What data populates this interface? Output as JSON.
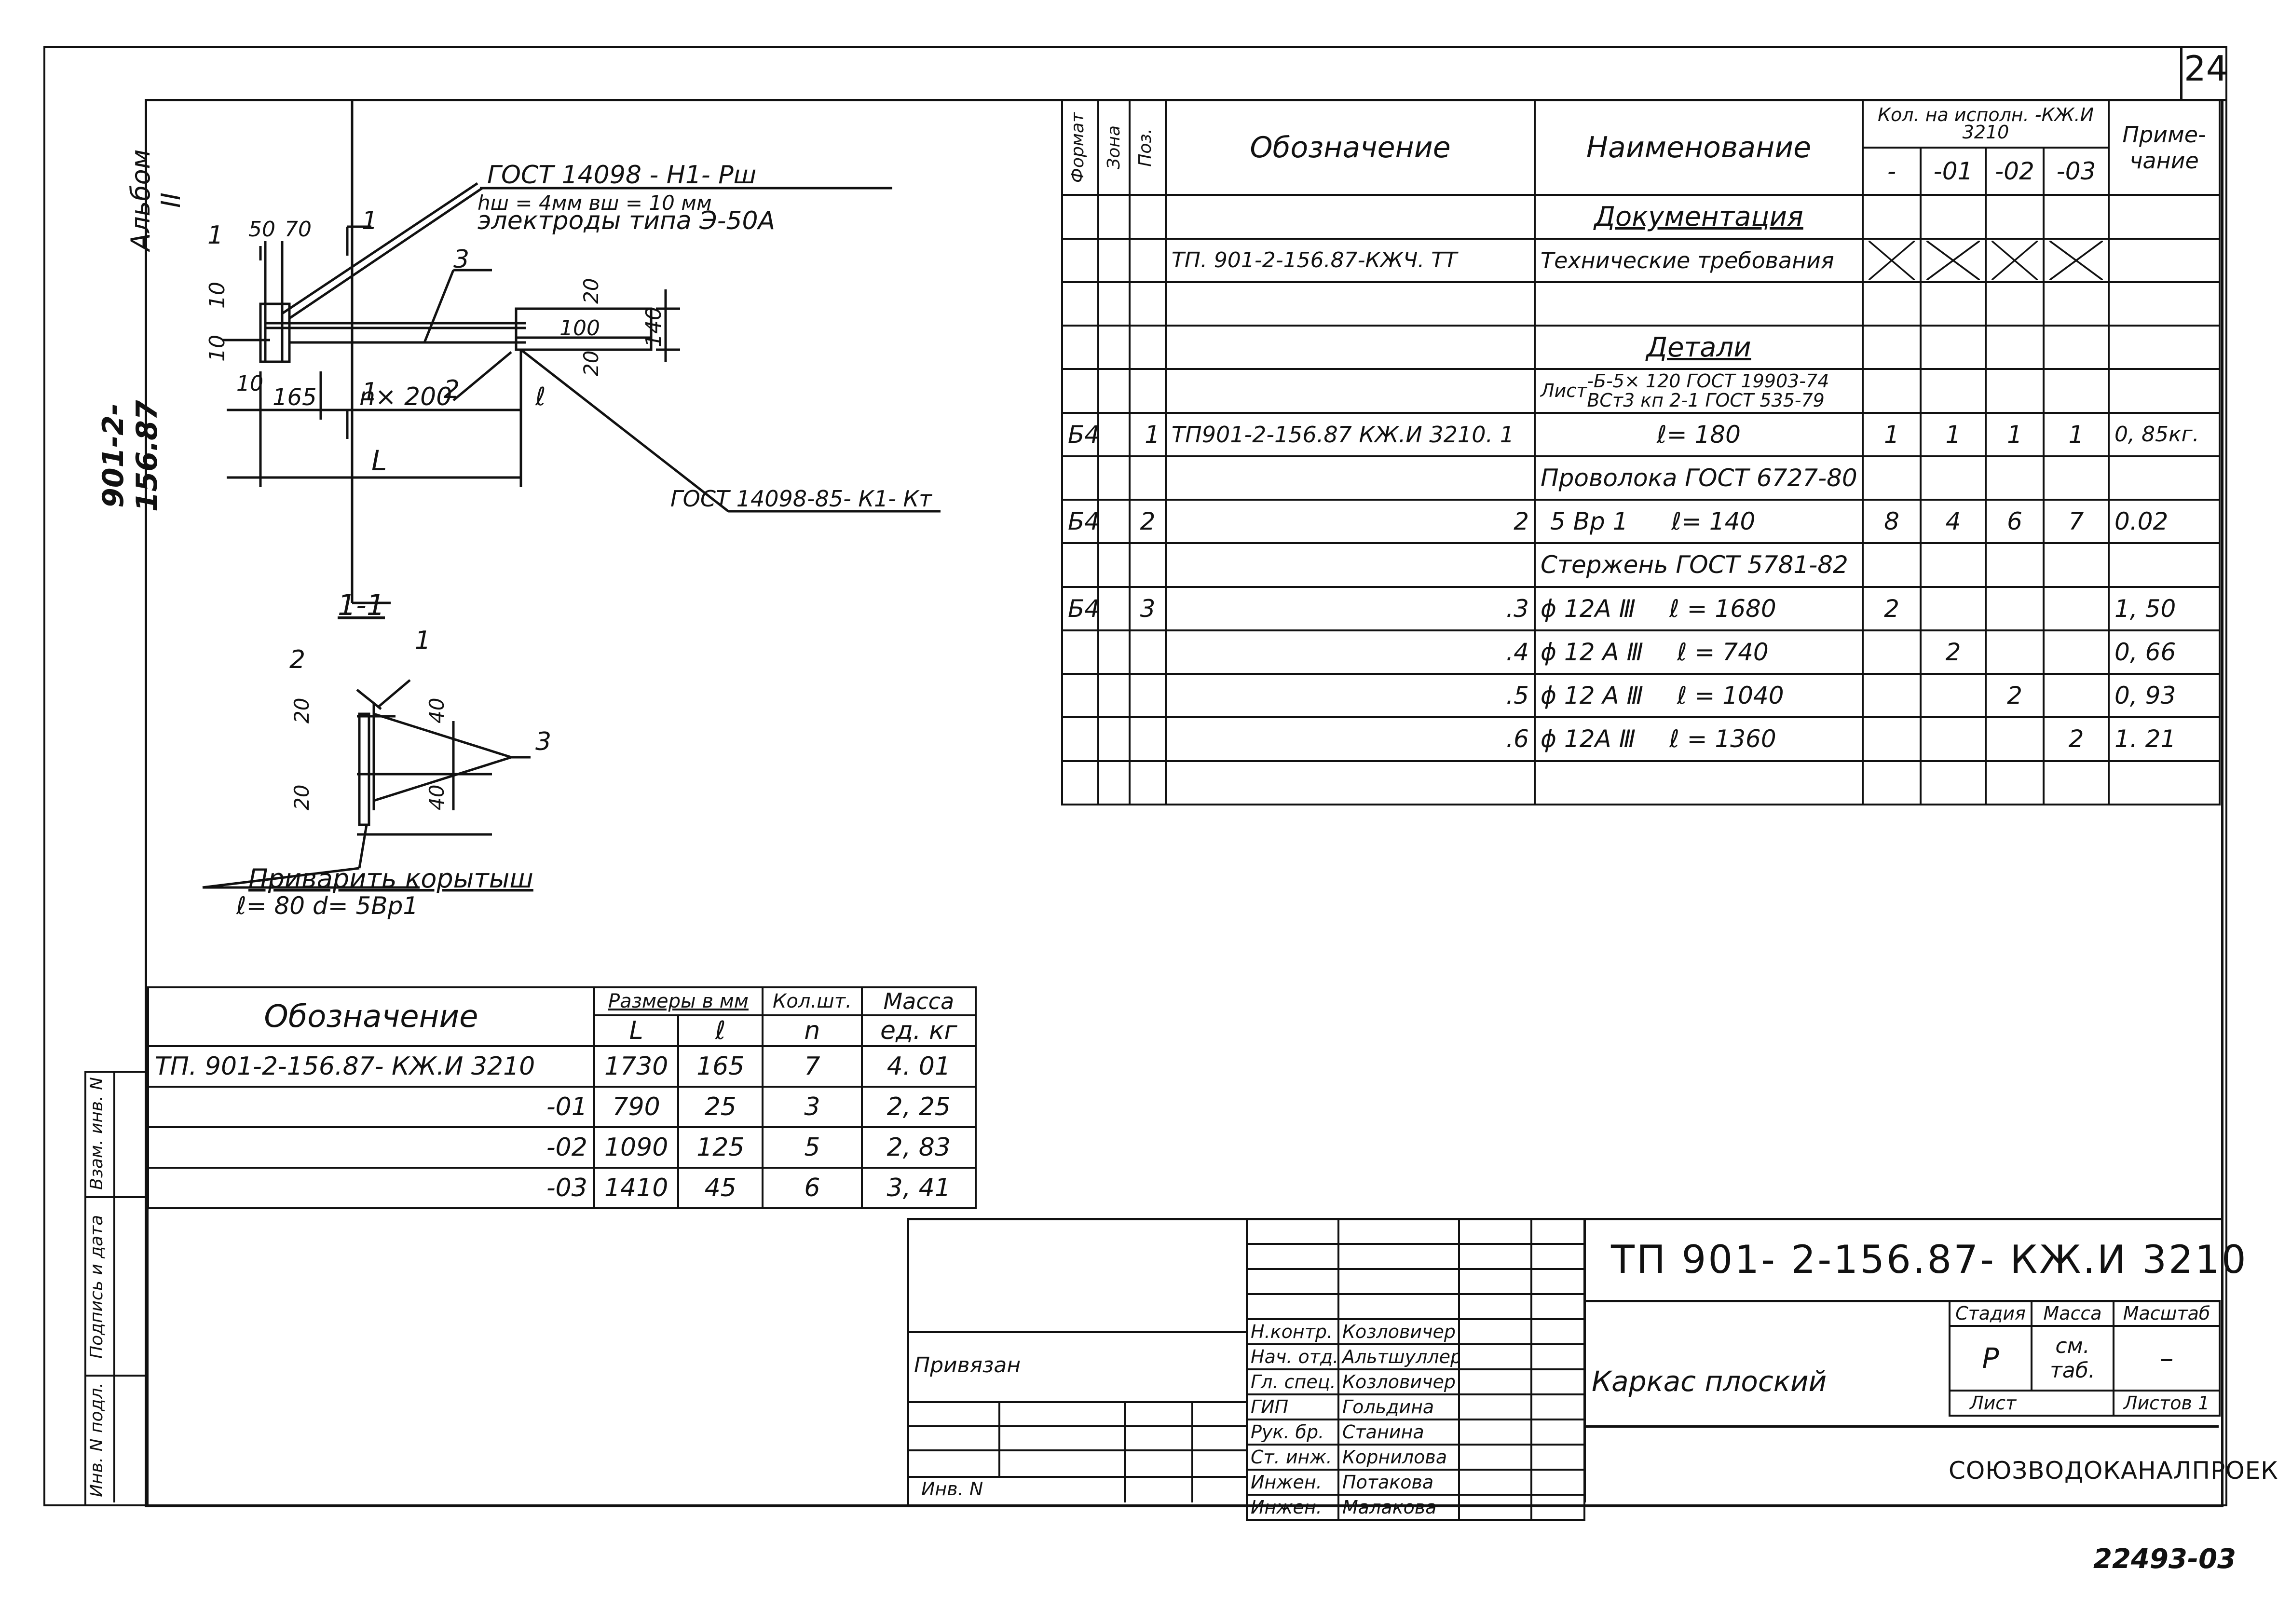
{
  "sheet": {
    "number": "24",
    "archive": "22493-03",
    "album": "Альбом II",
    "code_vertical": "901-2-156.87"
  },
  "drawing": {
    "weld_note_1": "ГОСТ 14098 - Н1- Рш",
    "weld_note_2": "hш = 4мм  вш = 10 мм",
    "weld_note_3": "электроды типа Э-50А",
    "weld_note_4": "ГОСТ 14098-85- К1- Кт",
    "dim_50": "50",
    "dim_70": "70",
    "dim_10a": "10",
    "dim_10b": "10",
    "dim_10c": "10",
    "dim_20a": "20",
    "dim_20b": "20",
    "dim_100": "100",
    "dim_140": "140",
    "dim_165": "165",
    "dim_n200": "n× 200",
    "dim_l": "ℓ",
    "dim_L": "L",
    "pos_1": "1",
    "pos_2": "2",
    "pos_3": "3",
    "section_mark": "1",
    "section_title": "1-1",
    "sec_pos_2": "2",
    "sec_pos_1": "1",
    "sec_pos_3": "3",
    "sec_20a": "20",
    "sec_20b": "20",
    "sec_40a": "40",
    "sec_40b": "40",
    "hook_note_1": "Приварить корытыш",
    "hook_note_2": "ℓ= 80      d= 5Вр1"
  },
  "spec": {
    "h_format": "Формат",
    "h_zone": "Зона",
    "h_pos": "Поз.",
    "h_designation": "Обозначение",
    "h_name": "Наименование",
    "h_qty": "Кол. на исполн. -КЖ.И 3210",
    "h_note": "Приме- чание",
    "h_q0": "-",
    "h_q1": "-01",
    "h_q2": "-02",
    "h_q3": "-03",
    "sec_docs": "Документация",
    "doc_code": "ТП. 901-2-156.87-КЖЧ. ТТ",
    "doc_name": "Технические требования",
    "sec_parts": "Детали",
    "sheet_word": "Лист",
    "sheet_spec1": "-Б-5× 120 ГОСТ 19903-74",
    "sheet_spec2": "ВСт3 кп 2-1 ГОСТ 535-79",
    "r1": {
      "fmt": "Б4",
      "pos": "1",
      "code": "ТП901-2-156.87 КЖ.И 3210.  1",
      "name": "ℓ= 180",
      "q": [
        "1",
        "1",
        "1",
        "1"
      ],
      "note": "0, 85кг."
    },
    "wire": "Проволока ГОСТ 6727-80",
    "r2": {
      "fmt": "Б4",
      "pos": "2",
      "code": "2",
      "name1": "5  Вр 1",
      "name2": "ℓ= 140",
      "q": [
        "8",
        "4",
        "6",
        "7"
      ],
      "note": "0.02"
    },
    "rod": "Стержень ГОСТ 5781-82",
    "r3": {
      "fmt": "Б4",
      "pos": "3",
      "code": ".3",
      "name1": "ϕ 12А Ⅲ",
      "name2": "ℓ = 1680",
      "q0": "2",
      "note": "1, 50"
    },
    "r4": {
      "code": ".4",
      "name1": "ϕ 12 А Ⅲ",
      "name2": "ℓ = 740",
      "q1": "2",
      "note": "0, 66"
    },
    "r5": {
      "code": ".5",
      "name1": "ϕ 12 А Ⅲ",
      "name2": "ℓ = 1040",
      "q2": "2",
      "note": "0, 93"
    },
    "r6": {
      "code": ".6",
      "name1": "ϕ 12А Ⅲ",
      "name2": "ℓ = 1360",
      "q3": "2",
      "note": "1. 21"
    }
  },
  "sizes": {
    "h_designation": "Обозначение",
    "h_dims": "Размеры в мм",
    "h_L": "L",
    "h_l": "ℓ",
    "h_qty": "Кол.шт.",
    "h_n": "n",
    "h_mass": "Масса",
    "h_mass_unit": "ед. кг",
    "rows": [
      {
        "name": "ТП. 901-2-156.87- КЖ.И 3210",
        "L": "1730",
        "l": "165",
        "n": "7",
        "m": "4. 01"
      },
      {
        "name": "-01",
        "L": "790",
        "l": "25",
        "n": "3",
        "m": "2, 25"
      },
      {
        "name": "-02",
        "L": "1090",
        "l": "125",
        "n": "5",
        "m": "2, 83"
      },
      {
        "name": "-03",
        "L": "1410",
        "l": "45",
        "n": "6",
        "m": "3, 41"
      }
    ]
  },
  "margin": {
    "inv_orig": "Инв. N подл.",
    "sign_date": "Подпись и дата",
    "replace_inv": "Взам. инв. N"
  },
  "stamp": {
    "title_code": "ТП 901- 2-156.87- КЖ.И 3210",
    "bound": "Привязан",
    "inv": "Инв. N",
    "roles": [
      {
        "role": "Н.контр.",
        "name": "Козловичер"
      },
      {
        "role": "Нач. отд.",
        "name": "Альтшуллер"
      },
      {
        "role": "Гл. спец.",
        "name": "Козловичер"
      },
      {
        "role": "ГИП",
        "name": "Гольдина"
      },
      {
        "role": "Рук. бр.",
        "name": "Станина"
      },
      {
        "role": "Ст. инж.",
        "name": "Корнилова"
      },
      {
        "role": "Инжен.",
        "name": "Потакова"
      },
      {
        "role": "Инжен.",
        "name": "Малакова"
      }
    ],
    "product": "Каркас   плоский",
    "stage_h": "Стадия",
    "mass_h": "Масса",
    "scale_h": "Масштаб",
    "stage": "Р",
    "mass": "см. таб.",
    "scale": "–",
    "sheet_h": "Лист",
    "sheets_h": "Листов 1",
    "org": "СОЮЗВОДОКАНАЛПРОЕКТ"
  }
}
